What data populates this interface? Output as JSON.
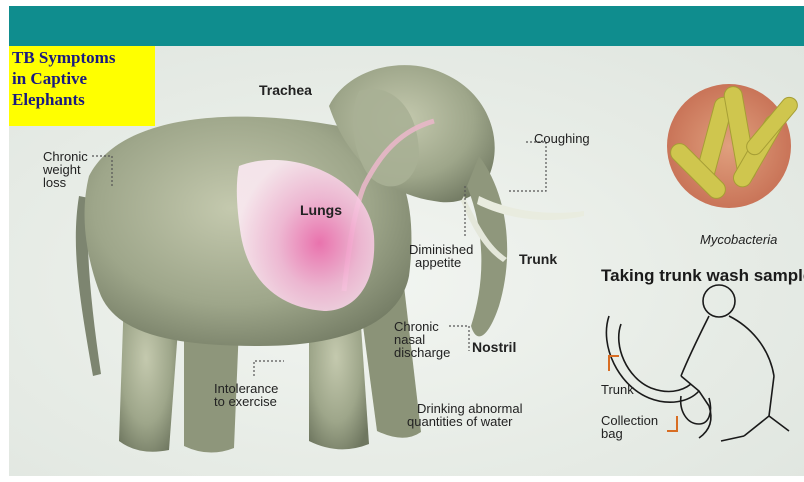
{
  "title": {
    "line1": "TB Symptoms",
    "line2": "in Captive",
    "line3": "Elephants"
  },
  "labels": {
    "trachea": "Trachea",
    "coughing": "Coughing",
    "chronic_weight_loss": [
      "Chronic",
      "weight",
      "loss"
    ],
    "lungs": "Lungs",
    "diminished_appetite": [
      "Diminished",
      "appetite"
    ],
    "trunk": "Trunk",
    "chronic_nasal_discharge": [
      "Chronic",
      "nasal",
      "discharge"
    ],
    "nostril": "Nostril",
    "intolerance_to_exercise": [
      "Intolerance",
      "to exercise"
    ],
    "drinking_abnormal": [
      "Drinking abnormal",
      "quantities of  water"
    ],
    "mycobacteria": "Mycobacteria"
  },
  "inset": {
    "heading": "Taking trunk wash sample",
    "trunk_label": "Trunk",
    "collection_bag": [
      "Collection",
      "bag"
    ]
  },
  "colors": {
    "header_bar": "#0f8d8e",
    "title_bg": "#ffff00",
    "title_text": "#1a1a80",
    "elephant_body": "#9ea68a",
    "lungs": "#f0b7d6",
    "mycobacteria_rods": "#c9c24a",
    "mycobacteria_bg": "#d9876a"
  }
}
